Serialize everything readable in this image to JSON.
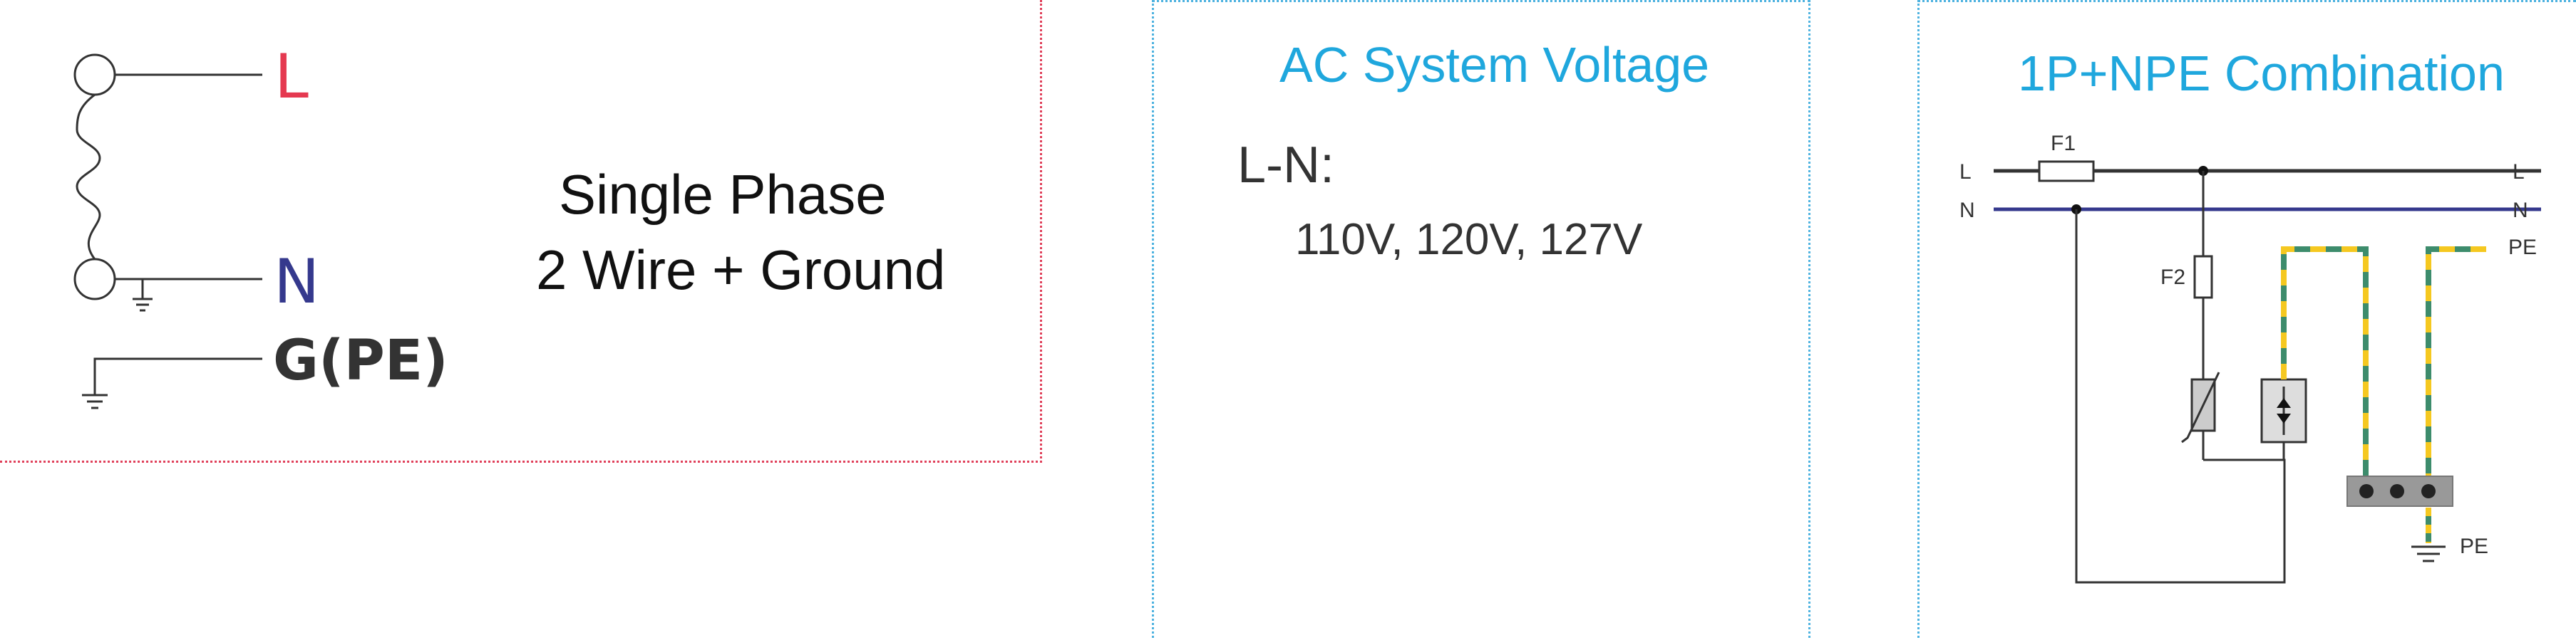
{
  "left_panel": {
    "label_l": "L",
    "label_n": "N",
    "label_g": "G(PE)",
    "description_line1": "Single Phase",
    "description_line2": "2 Wire + Ground"
  },
  "middle_panel": {
    "title": "AC System Voltage",
    "ln_label": "L-N:",
    "voltages": "110V, 120V, 127V"
  },
  "right_panel": {
    "title": "1P+NPE Combination",
    "label_l_left": "L",
    "label_n_left": "N",
    "label_l_right": "L",
    "label_n_right": "N",
    "label_pe_right": "PE",
    "label_pe_bottom": "PE",
    "label_f1": "F1",
    "label_f2": "F2"
  },
  "colors": {
    "line_l": "#333333",
    "line_n": "#35398d",
    "pe_green": "#3d8c6c",
    "pe_yellow": "#f5c820",
    "title_blue": "#1fa7dd",
    "border_red": "#e0405a",
    "border_blue": "#4fb3e0"
  }
}
